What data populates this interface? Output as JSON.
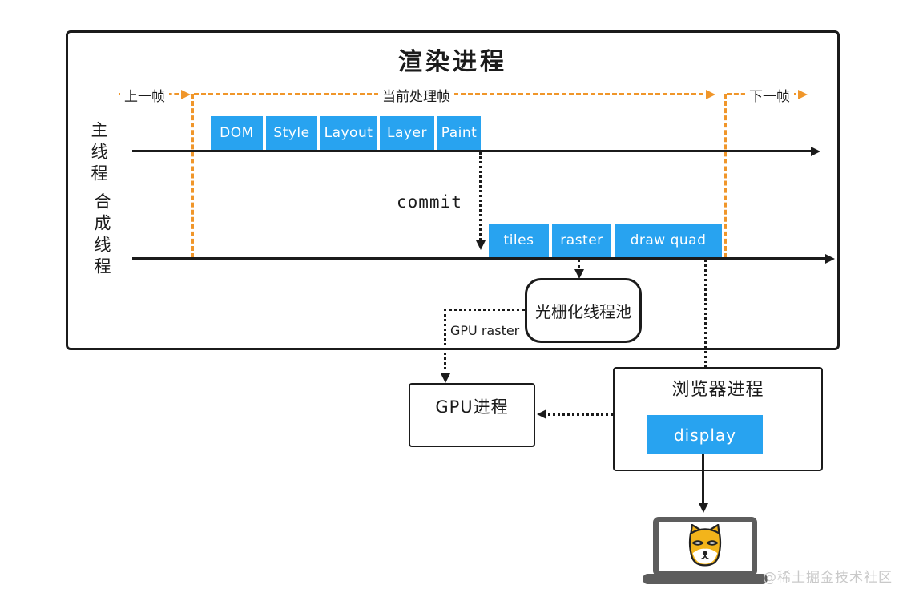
{
  "colors": {
    "stage_blue": "#28a3f0",
    "frame_orange": "#f0962a",
    "ink": "#1b1b1b",
    "laptop_gray": "#5d5d5d",
    "watermark_gray": "#c9c9c9"
  },
  "render_process": {
    "title": "渲染进程",
    "frames": {
      "prev_label": "上一帧",
      "current_label": "当前处理帧",
      "next_label": "下一帧"
    },
    "main_thread": {
      "label": "主线程",
      "stages": [
        "DOM",
        "Style",
        "Layout",
        "Layer",
        "Paint"
      ]
    },
    "commit_label": "commit",
    "compositor_thread": {
      "label": "合成线程",
      "stages": [
        "tiles",
        "raster",
        "draw quad"
      ]
    },
    "raster_pool_label": "光栅化线程池",
    "gpu_raster_label": "GPU raster"
  },
  "gpu_process": {
    "title": "GPU进程"
  },
  "browser_process": {
    "title": "浏览器进程",
    "display_label": "display"
  },
  "icons": {
    "device": "laptop-icon",
    "mascot": "shiba-dog-icon"
  },
  "watermark": "@稀土掘金技术社区"
}
